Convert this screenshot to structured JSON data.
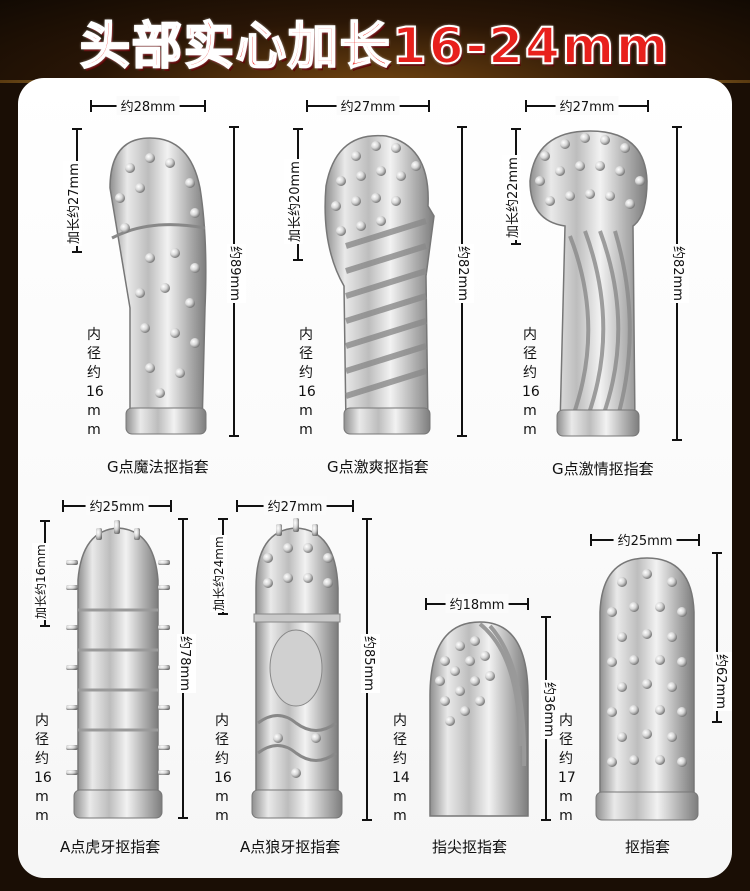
{
  "title": "头部实心加长16-24mm",
  "products": [
    {
      "name": "G点魔法抠指套",
      "width": "约28mm",
      "extend": "加长约27mm",
      "length": "约89mm",
      "inner": [
        "内",
        "径",
        "约",
        "16",
        "m",
        "m"
      ]
    },
    {
      "name": "G点激爽抠指套",
      "width": "约27mm",
      "extend": "加长约20mm",
      "length": "约82mm",
      "inner": [
        "内",
        "径",
        "约",
        "16",
        "m",
        "m"
      ]
    },
    {
      "name": "G点激情抠指套",
      "width": "约27mm",
      "extend": "加长约22mm",
      "length": "约82mm",
      "inner": [
        "内",
        "径",
        "约",
        "16",
        "m",
        "m"
      ]
    },
    {
      "name": "A点虎牙抠指套",
      "width": "约25mm",
      "extend": "加长约16mm",
      "length": "约78mm",
      "inner": [
        "内",
        "径",
        "约",
        "16",
        "m",
        "m"
      ]
    },
    {
      "name": "A点狼牙抠指套",
      "width": "约27mm",
      "extend": "加长约24mm",
      "length": "约85mm",
      "inner": [
        "内",
        "径",
        "约",
        "16",
        "m",
        "m"
      ]
    },
    {
      "name": "指尖抠指套",
      "width": "约18mm",
      "length": "约36mm",
      "inner": [
        "内",
        "径",
        "约",
        "14",
        "m",
        "m"
      ]
    },
    {
      "name": "抠指套",
      "width": "约25mm",
      "length": "约62mm",
      "inner": [
        "内",
        "径",
        "约",
        "17",
        "m",
        "m"
      ]
    }
  ],
  "colors": {
    "title_red": "#e8201c",
    "gold": "#f4c85a",
    "background": "#1a0e05",
    "card": "#ffffff"
  }
}
